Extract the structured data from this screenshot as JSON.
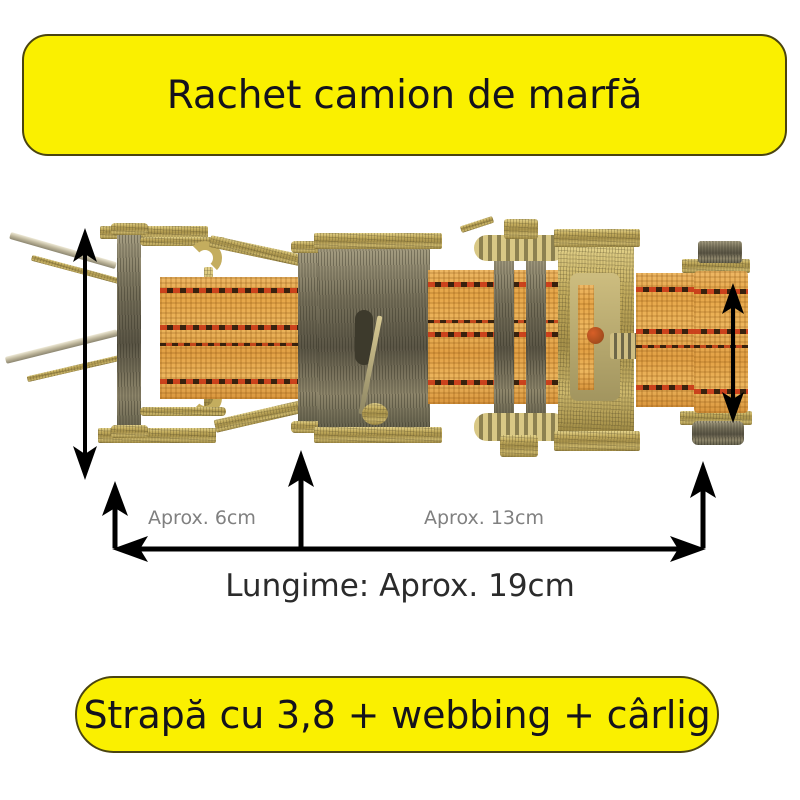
{
  "page": {
    "background_color": "#ffffff",
    "banner_color": "#faf000",
    "banner_border_color": "#4a4410",
    "dim_text_color": "#808080",
    "total_text_color": "#2b2b2b"
  },
  "header_banner": {
    "title": "Rachet camion de marfă"
  },
  "footer_banner": {
    "title": "Strapă cu 3,8 + webbing + cârlig"
  },
  "product": {
    "alt": "Ratchet tie-down strap with hook, webbing and ratchet mechanism",
    "webbing_color": "#e6a648",
    "webbing_stripe_color": "#c93a18",
    "metal_color": "#c4ad5e"
  },
  "dimensions": {
    "segment_left": "Aprox. 6cm",
    "segment_right": "Aprox. 13cm",
    "total": "Lungime: Aprox. 19cm",
    "height_left_arrow": "vertical-double-arrow-left",
    "height_right_arrow": "vertical-double-arrow-right"
  }
}
